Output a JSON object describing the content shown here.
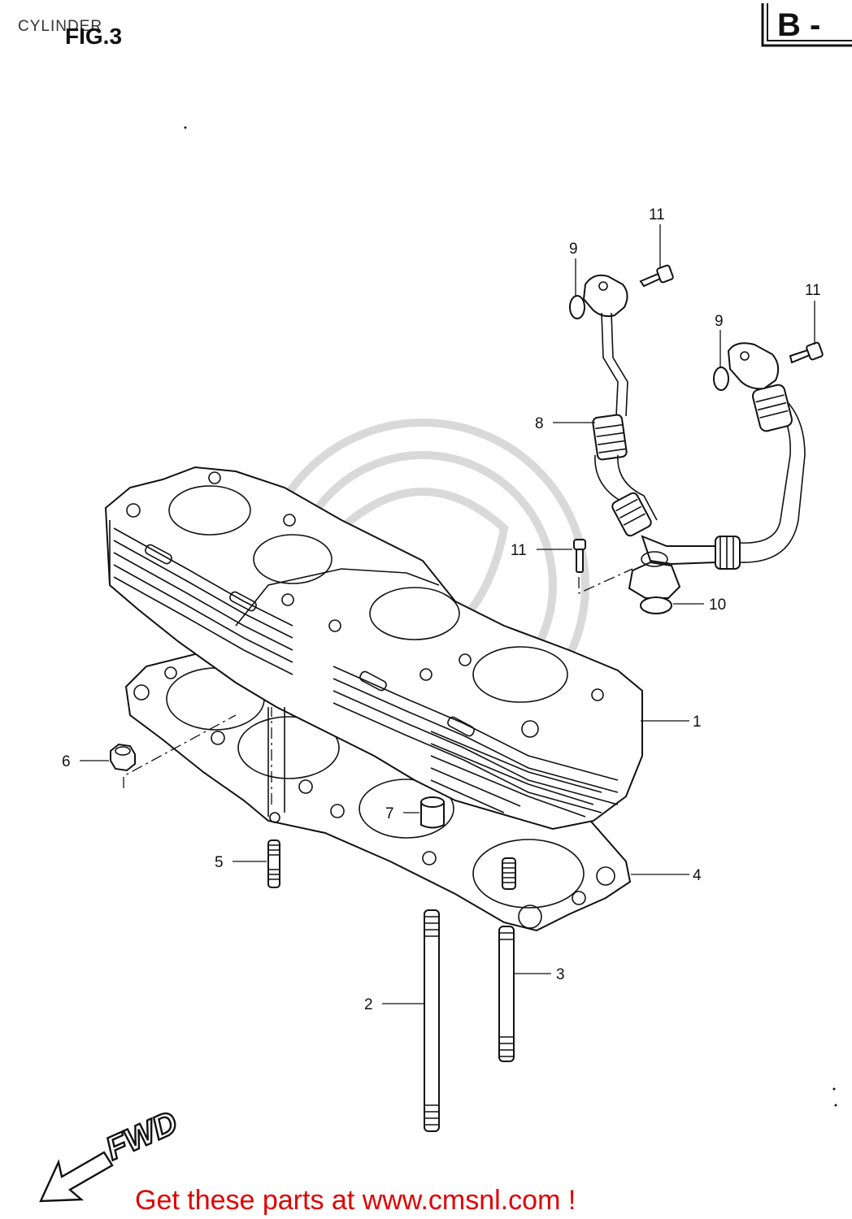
{
  "header": {
    "subtitle": "CYLINDER",
    "figure": "FIG.3",
    "section_badge": "B -"
  },
  "callouts": [
    {
      "id": "1",
      "label": "1"
    },
    {
      "id": "2",
      "label": "2"
    },
    {
      "id": "3",
      "label": "3"
    },
    {
      "id": "4",
      "label": "4"
    },
    {
      "id": "5",
      "label": "5"
    },
    {
      "id": "6",
      "label": "6"
    },
    {
      "id": "7",
      "label": "7"
    },
    {
      "id": "8",
      "label": "8"
    },
    {
      "id": "9a",
      "label": "9"
    },
    {
      "id": "9b",
      "label": "9"
    },
    {
      "id": "10",
      "label": "10"
    },
    {
      "id": "11a",
      "label": "11"
    },
    {
      "id": "11b",
      "label": "11"
    },
    {
      "id": "11c",
      "label": "11"
    }
  ],
  "direction_indicator": {
    "label": "FWD",
    "icon": "arrow-left-down-icon"
  },
  "footer": {
    "text": "Get these parts at www.cmsnl.com !",
    "color": "#e00000"
  },
  "colors": {
    "line": "#111111",
    "footer": "#e00000",
    "watermark": "#d9d9d9"
  }
}
